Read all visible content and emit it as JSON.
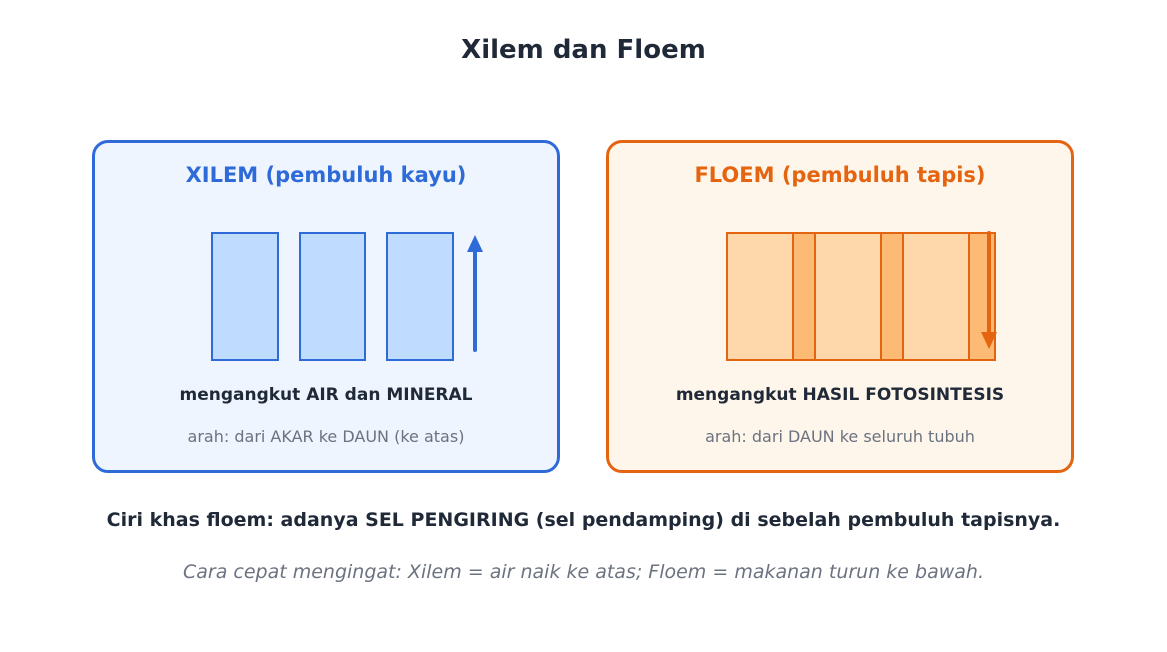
{
  "title": "Xilem dan Floem",
  "colors": {
    "xilem_accent": "#2f6bd8",
    "xilem_fill": "#bfdbfe",
    "xilem_bg": "#eef5fe",
    "floem_accent": "#e56410",
    "floem_fill": "#fed7aa",
    "floem_companion_fill": "#fdba74",
    "floem_bg": "#fef6ea"
  },
  "xilem": {
    "heading": "XILEM (pembuluh kayu)",
    "function": "mengangkut AIR dan MINERAL",
    "direction": "arah: dari AKAR ke DAUN (ke atas)",
    "arrow": "up-arrow"
  },
  "floem": {
    "heading": "FLOEM (pembuluh tapis)",
    "function": "mengangkut HASIL FOTOSINTESIS",
    "direction": "arah: dari DAUN ke seluruh tubuh",
    "arrow": "down-arrow"
  },
  "note": "Ciri khas floem: adanya SEL PENGIRING (sel pendamping) di sebelah pembuluh tapisnya.",
  "tip": "Cara cepat mengingat: Xilem = air naik ke atas; Floem = makanan turun ke bawah."
}
